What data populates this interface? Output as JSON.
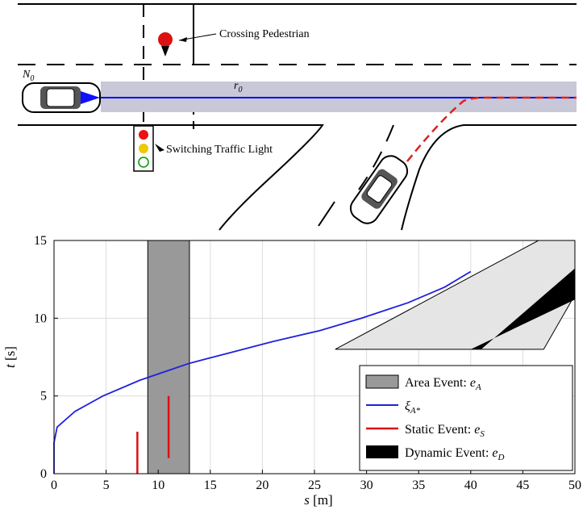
{
  "scene": {
    "vehicle_label": "N",
    "vehicle_label_sub": "0",
    "route_label": "r",
    "route_label_sub": "0",
    "pedestrian_label": "Crossing Pedestrian",
    "traffic_light_label": "Switching Traffic Light",
    "colors": {
      "route_band": "#c8c8d8",
      "planned_path": "#0000ff",
      "alternative_path": "#dd2222",
      "pedestrian": "#dd1111",
      "light_red": "#ee1111",
      "light_yellow": "#f0c800",
      "light_green_outline": "#009900"
    }
  },
  "chart_data": {
    "type": "line",
    "xlabel": "s [m]",
    "ylabel": "t [s]",
    "xlim": [
      0,
      50
    ],
    "ylim": [
      0,
      15
    ],
    "xticks": [
      0,
      5,
      10,
      15,
      20,
      25,
      30,
      35,
      40,
      45,
      50
    ],
    "yticks": [
      0,
      5,
      10,
      15
    ],
    "grid": true,
    "legend_position": "bottom-right",
    "area_event": {
      "s_range": [
        9,
        13
      ],
      "t_range": [
        0,
        15
      ],
      "color": "#999999"
    },
    "trajectory": {
      "color": "#2020dd",
      "points": [
        [
          0,
          0
        ],
        [
          0,
          2
        ],
        [
          0.3,
          3
        ],
        [
          2,
          4
        ],
        [
          4.7,
          5
        ],
        [
          8.2,
          6
        ],
        [
          10.8,
          6.6
        ],
        [
          13,
          7.1
        ],
        [
          17,
          7.8
        ],
        [
          21,
          8.5
        ],
        [
          25.5,
          9.2
        ],
        [
          29.5,
          10
        ],
        [
          34,
          11
        ],
        [
          37.5,
          12
        ],
        [
          40,
          13
        ]
      ]
    },
    "static_events": {
      "color": "#dd1111",
      "lines": [
        {
          "s": 8,
          "t_range": [
            0,
            2.7
          ]
        },
        {
          "s": 11,
          "t_range": [
            1,
            5
          ]
        }
      ]
    },
    "dynamic_event_light": {
      "color": "#e5e5e5",
      "polygon": [
        [
          27,
          8
        ],
        [
          47,
          8
        ],
        [
          50,
          11.5
        ],
        [
          50,
          15
        ],
        [
          46.5,
          15
        ]
      ]
    },
    "dynamic_event_dark": {
      "color": "#000000",
      "polygon": [
        [
          36,
          8
        ],
        [
          41,
          8
        ],
        [
          50,
          13.2
        ],
        [
          50,
          11.2
        ],
        [
          40,
          8
        ],
        [
          36,
          8
        ]
      ]
    },
    "legend": [
      {
        "kind": "area",
        "label": "Area Event: ",
        "sym": "e",
        "sub": "A"
      },
      {
        "kind": "line-blue",
        "label": "ξ",
        "sub": "A*"
      },
      {
        "kind": "line-red",
        "label": "Static Event: ",
        "sym": "e",
        "sub": "S"
      },
      {
        "kind": "dark",
        "label": "Dynamic Event: ",
        "sym": "e",
        "sub": "D"
      }
    ]
  }
}
